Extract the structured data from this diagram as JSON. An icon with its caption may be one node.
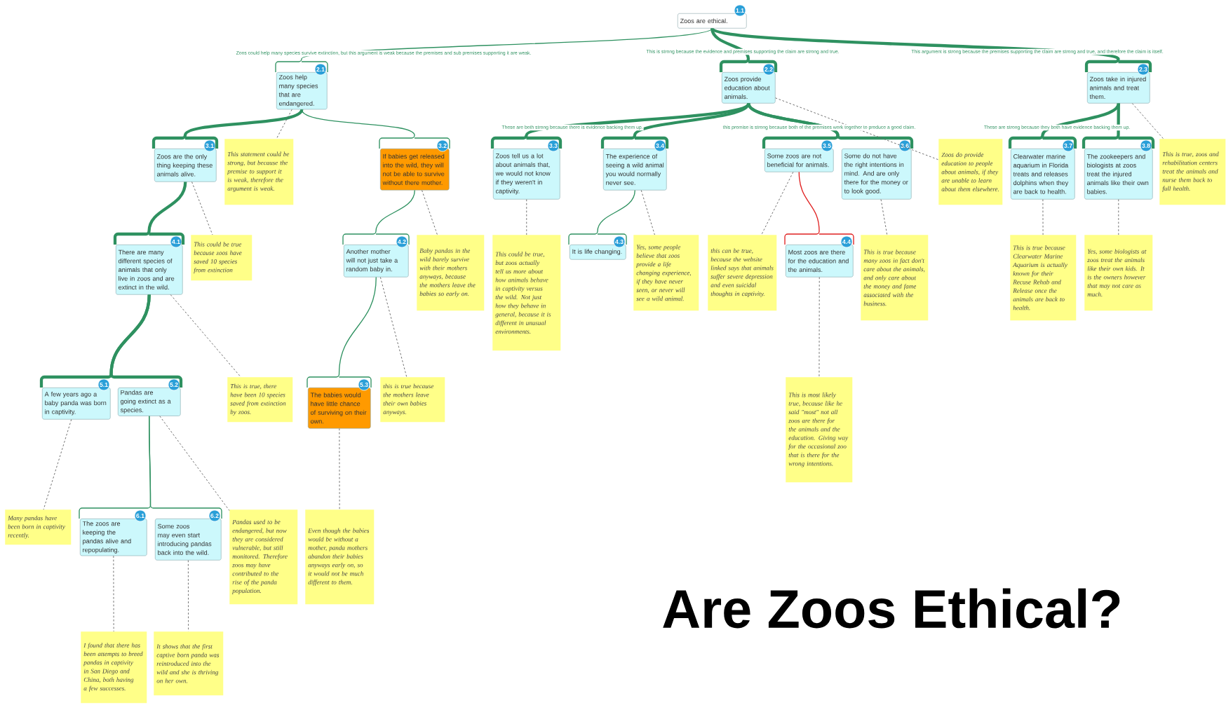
{
  "diagram": {
    "title": "Are Zoos Ethical?",
    "nodes": [
      {
        "text": [
          "1.1",
          "Zoos are ethical."
        ]
      },
      {
        "text": [
          "2.1",
          "Zoos help many species that are endangered."
        ]
      },
      {
        "text": [
          "2.2",
          "Zoos provide education about animals."
        ]
      },
      {
        "text": [
          "2.3",
          "Zoos take in injured animals and treat them."
        ]
      },
      {
        "text": [
          "3.1",
          "Zoos are the only thing keeping these animals alive."
        ]
      },
      {
        "text": [
          "This statement could be strong, but because the premise to support it is weak, therefore the argument is weak."
        ]
      },
      {
        "text": [
          "3.2",
          "If babies get released into the wild, they will not be able to survive without there mother."
        ]
      },
      {
        "text": [
          "3.3",
          "Zoos tell us a lot about animals that, we would not know if they weren't in captivity."
        ]
      },
      {
        "text": [
          "3.4",
          "The experience of seeing a wild animal you would normally never see."
        ]
      },
      {
        "text": [
          "3.5",
          "Some zoos are not beneficial for animals."
        ]
      },
      {
        "text": [
          "3.6",
          "Some do not have the right intentions in mind. And are only there for the money or to look good."
        ]
      },
      {
        "text": [
          "Zoos do provide education to people about animals, if they are unable to learn about them elsewhere."
        ]
      },
      {
        "text": [
          "3.7",
          "Clearwater marine aquarium in Florida treats and releases dolphins when they are back to health."
        ]
      },
      {
        "text": [
          "3.8",
          "The zookeepers and biologists at zoos treat the injured animals like their own babies."
        ]
      },
      {
        "text": [
          "This is true, zoos and rehabilitation centers treat the animals and nurse them back to full health."
        ]
      },
      {
        "text": [
          "4.1",
          "There are many different species of animals that only live in zoos and are extinct in the wild."
        ]
      },
      {
        "text": [
          "This could be true because zoos have saved 10 species from extinction"
        ]
      },
      {
        "text": [
          "4.2",
          "Another mother will not just take a random baby in."
        ]
      },
      {
        "text": [
          "Baby pandas in the wild barely survive with their mothers anyways, because the mothers leave the babies so early on."
        ]
      },
      {
        "text": [
          "This could be true, but zoos actually tell us more about how animals behave in captivity versus the wild. Not just how they behave in general, because it is different in unusual environments."
        ]
      },
      {
        "text": [
          "4.3",
          "It is life changing."
        ]
      },
      {
        "text": [
          "Yes, some people believe that zoos provide a life changing experience, if they have never seen, or never will see a wild animal."
        ]
      },
      {
        "text": [
          "this can be true, because the website linked says that animals suffer severe depression and even suicidal thoughts in captivity."
        ]
      },
      {
        "text": [
          "4.4",
          "Most zoos are there for the education and the animals."
        ]
      },
      {
        "text": [
          "This is true because many zoos in fact don't care about the animals, and only care about the money and fame associated with the business."
        ]
      },
      {
        "text": [
          "This is true because Clearwater Marine Aquarium is actually known for their Recuse Rehab and Release once the animals are back to health."
        ]
      },
      {
        "text": [
          "Yes, some biologists at zoos treat the animals like their own kids. It is the owners however that may not care as much."
        ]
      },
      {
        "text": [
          "5.1",
          "A few years ago a baby panda was born in captivity."
        ]
      },
      {
        "text": [
          "5.2",
          "Pandas are going extinct as a species."
        ]
      },
      {
        "text": [
          "This is true, there have been 10 species saved from extinction by zoos."
        ]
      },
      {
        "text": [
          "5.3",
          "The babies would have little chance of surviving on their own."
        ]
      },
      {
        "text": [
          "this is true because the mothers leave their own babies anyways."
        ]
      },
      {
        "text": [
          "This is most likely true, because like he said \"most\" not all zoos are there for the animals and the education. Giving way for the occasional zoo that is there for the wrong intentions."
        ]
      },
      {
        "text": [
          "Many pandas have been born in captivity recently."
        ]
      },
      {
        "text": [
          "6.1",
          "The zoos are keeping the pandas alive and repopulating."
        ]
      },
      {
        "text": [
          "6.2",
          "Some zoos may even start introducing pandas back into the wild."
        ]
      },
      {
        "text": [
          "Pandas used to be endangered, but now they are considered vulnerable, but still monitored. Therefore zoos may have contributed to the rise of the panda population."
        ]
      },
      {
        "text": [
          "Even though the babies would be without a mother, panda mothers abandon their babies anyways early on, so it would not be much different to them."
        ]
      },
      {
        "text": [
          "I found that there has been attempts to breed pandas in captivity in San Diego and China, both having a few successes."
        ]
      },
      {
        "text": [
          "It shows that the first captive born panda was reintroduced into the wild and she is thriving on her own."
        ]
      }
    ],
    "edges": [
      {
        "from": 0,
        "to": 1,
        "arrow": "none",
        "label": "Zoos could help many species survive extinction, but this argument is weak because the premises and sub premises supporting it are weak."
      },
      {
        "from": 0,
        "to": 2,
        "arrow": "none",
        "style": "thick",
        "label": "This is strong because the evidence and premises supporting the claim are strong and true."
      },
      {
        "from": 0,
        "to": 3,
        "arrow": "none",
        "style": "thick",
        "label": "This argument is strong because the premises supporting the claim are strong and true, and therefore the claim is itself."
      },
      {
        "from": 1,
        "to": 4,
        "arrow": "none",
        "style": "thick"
      },
      {
        "from": 1,
        "to": 5,
        "arrow": "none",
        "style": "dashed",
        "color": "#666666"
      },
      {
        "from": 1,
        "to": 6,
        "arrow": "none"
      },
      {
        "from": 2,
        "to": 7,
        "arrow": "none",
        "style": "thick",
        "label": "These are both strong because there is evidence backing them up."
      },
      {
        "from": 2,
        "to": 8,
        "arrow": "none",
        "style": "thick"
      },
      {
        "from": 2,
        "to": 9,
        "arrow": "none",
        "style": "thick",
        "label": "this premise is strong because both of the premises work together to produce a good claim."
      },
      {
        "from": 2,
        "to": 10,
        "arrow": "none",
        "style": "thick"
      },
      {
        "from": 2,
        "to": 11,
        "arrow": "none",
        "style": "dashed",
        "color": "#666666"
      },
      {
        "from": 3,
        "to": 12,
        "arrow": "none",
        "style": "thick",
        "label": "These are strong because they both have evidence backing them up."
      },
      {
        "from": 3,
        "to": 13,
        "arrow": "none",
        "style": "thick"
      },
      {
        "from": 3,
        "to": 14,
        "arrow": "none",
        "style": "dashed",
        "color": "#666666"
      },
      {
        "from": 4,
        "to": 15,
        "arrow": "none",
        "style": "thick"
      },
      {
        "from": 4,
        "to": 16,
        "arrow": "none",
        "style": "dashed",
        "color": "#666666"
      },
      {
        "from": 6,
        "to": 17,
        "arrow": "none"
      },
      {
        "from": 6,
        "to": 18,
        "arrow": "none",
        "style": "dashed",
        "color": "#666666"
      },
      {
        "from": 7,
        "to": 19,
        "arrow": "none",
        "style": "dashed",
        "color": "#666666"
      },
      {
        "from": 8,
        "to": 20,
        "arrow": "none"
      },
      {
        "from": 8,
        "to": 21,
        "arrow": "none",
        "style": "dashed",
        "color": "#666666"
      },
      {
        "from": 9,
        "to": 22,
        "arrow": "none",
        "style": "dashed",
        "color": "#666666"
      },
      {
        "from": 9,
        "to": 23,
        "arrow": "none",
        "color": "#e02020"
      },
      {
        "from": 10,
        "to": 24,
        "arrow": "none",
        "style": "dashed",
        "color": "#666666"
      },
      {
        "from": 12,
        "to": 25,
        "arrow": "none",
        "style": "dashed",
        "color": "#666666"
      },
      {
        "from": 13,
        "to": 26,
        "arrow": "none",
        "style": "dashed",
        "color": "#666666"
      },
      {
        "from": 15,
        "to": 27,
        "arrow": "none",
        "style": "thick"
      },
      {
        "from": 15,
        "to": 28,
        "arrow": "none",
        "style": "thick"
      },
      {
        "from": 15,
        "to": 29,
        "arrow": "none",
        "style": "dashed",
        "color": "#666666"
      },
      {
        "from": 17,
        "to": 30,
        "arrow": "none"
      },
      {
        "from": 17,
        "to": 31,
        "arrow": "none",
        "style": "dashed",
        "color": "#666666"
      },
      {
        "from": 23,
        "to": 32,
        "arrow": "none",
        "style": "dashed",
        "color": "#666666"
      },
      {
        "from": 27,
        "to": 33,
        "arrow": "none",
        "style": "dashed",
        "color": "#666666"
      },
      {
        "from": 28,
        "to": 34,
        "arrow": "none"
      },
      {
        "from": 28,
        "to": 35,
        "arrow": "none"
      },
      {
        "from": 28,
        "to": 36,
        "arrow": "none",
        "style": "dashed",
        "color": "#666666"
      },
      {
        "from": 30,
        "to": 37,
        "arrow": "none",
        "style": "dashed",
        "color": "#666666"
      },
      {
        "from": 34,
        "to": 38,
        "arrow": "none",
        "style": "dashed",
        "color": "#666666"
      },
      {
        "from": 35,
        "to": 39,
        "arrow": "none",
        "style": "dashed",
        "color": "#666666"
      }
    ]
  }
}
